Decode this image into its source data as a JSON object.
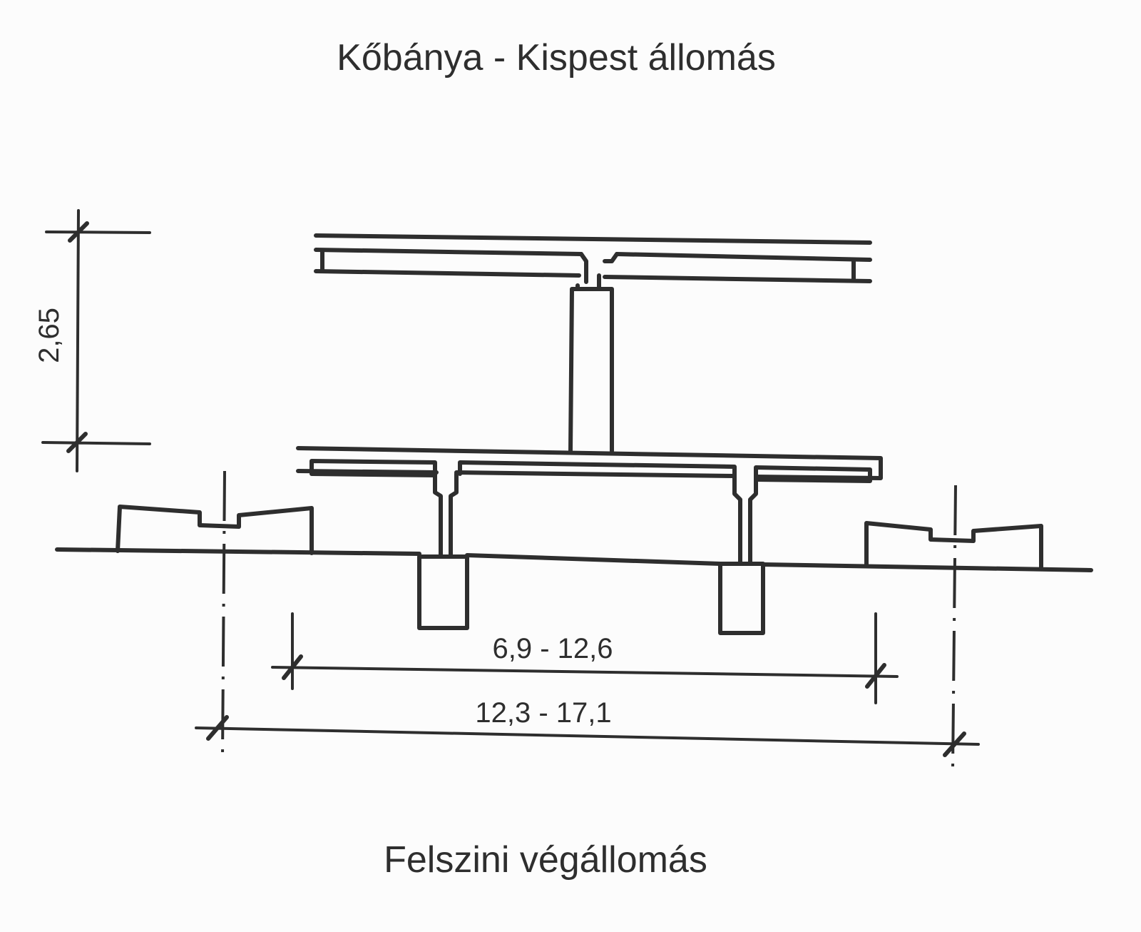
{
  "title": "Kőbánya - Kispest állomás",
  "caption": "Felszini végállomás",
  "dimensions": {
    "canopy_height": "2,65",
    "platform_width": "6,9 - 12,6",
    "track_spacing": "12,3 - 17,1"
  }
}
